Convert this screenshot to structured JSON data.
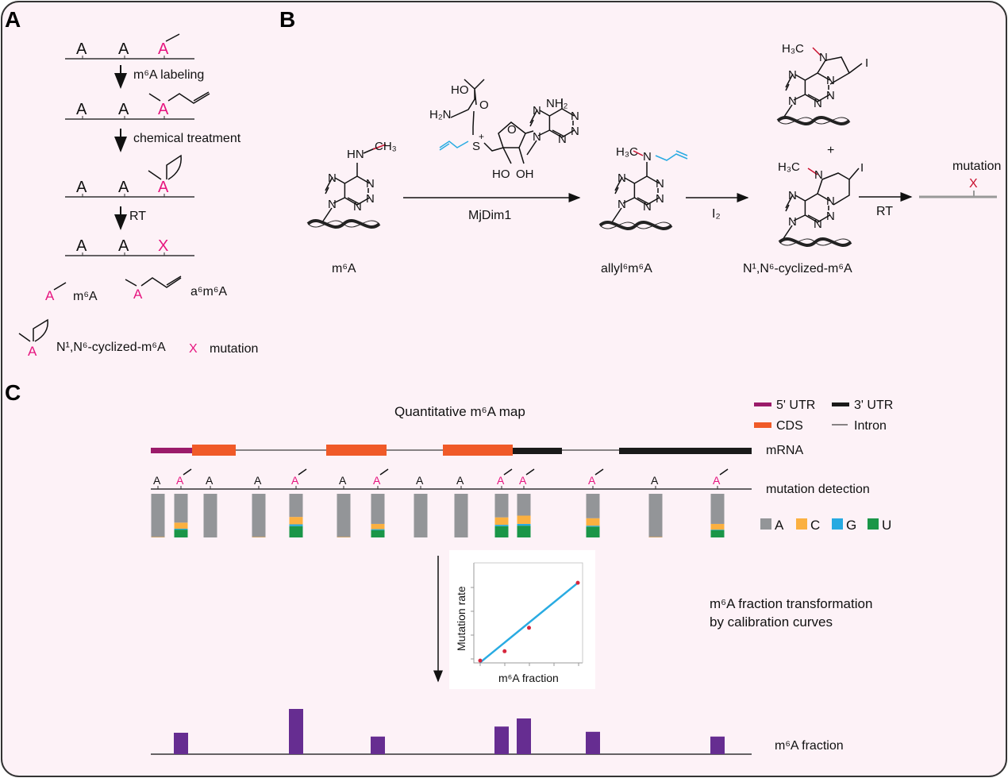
{
  "panels": {
    "a": "A",
    "b": "B",
    "c": "C"
  },
  "colors": {
    "background": "#fdf2f7",
    "pink": "#e6157f",
    "red": "#c8102e",
    "cyan": "#29abe2",
    "utr5": "#9b1b6a",
    "cds": "#f05a28",
    "utr3": "#1a1a1a",
    "A": "#939598",
    "C": "#fbb040",
    "G": "#27aae1",
    "U": "#1a9648",
    "fraction_bar": "#662d91"
  },
  "panel_a": {
    "base": "A",
    "steps": [
      "m⁶A labeling",
      "chemical treatment",
      "RT"
    ],
    "mutation_mark": "X",
    "legend": {
      "m6a": "m⁶A",
      "a6m6a": "a⁶m⁶A",
      "cyclized": "N¹,N⁶-cyclized-m⁶A",
      "mutation": "mutation"
    }
  },
  "panel_b": {
    "substrate_label": "m⁶A",
    "enzyme_label": "MjDim1",
    "allyl_label": "allyl⁶m⁶A",
    "reagent_label": "I₂",
    "plus": "+",
    "cyclized_label": "N¹,N⁶-cyclized-m⁶A",
    "rt_label": "RT",
    "mutation_label": "mutation",
    "mutation_mark": "X",
    "atoms": {
      "N": "N",
      "HN": "HN",
      "CH3": "CH₃",
      "H3C": "H₃C",
      "I": "I",
      "HO": "HO",
      "O": "O",
      "H2N": "H₂N",
      "S": "S",
      "plus": "+",
      "NH2": "NH₂",
      "OH": "OH"
    }
  },
  "panel_c": {
    "title": "Quantitative m⁶A map",
    "gene_legend": {
      "utr5": "5' UTR",
      "utr3": "3' UTR",
      "cds": "CDS",
      "intron": "Intron"
    },
    "tracks": {
      "mrna": "mRNA",
      "mutation": "mutation detection",
      "fraction": "m⁶A fraction"
    },
    "nucleotides": [
      "A",
      "C",
      "G",
      "U"
    ],
    "sites": [
      {
        "base": "A",
        "methylated": false,
        "C": 0.01,
        "G": 0,
        "U": 0,
        "m6a_fraction": 0
      },
      {
        "base": "A",
        "methylated": true,
        "C": 0.14,
        "G": 0.02,
        "U": 0.18,
        "m6a_fraction": 0.45
      },
      {
        "base": "A",
        "methylated": false,
        "C": 0,
        "G": 0,
        "U": 0,
        "m6a_fraction": 0
      },
      {
        "base": "A",
        "methylated": false,
        "C": 0.01,
        "G": 0,
        "U": 0,
        "m6a_fraction": 0
      },
      {
        "base": "A",
        "methylated": true,
        "C": 0.17,
        "G": 0.04,
        "U": 0.26,
        "m6a_fraction": 0.95
      },
      {
        "base": "A",
        "methylated": false,
        "C": 0.01,
        "G": 0,
        "U": 0,
        "m6a_fraction": 0
      },
      {
        "base": "A",
        "methylated": true,
        "C": 0.12,
        "G": 0.02,
        "U": 0.17,
        "m6a_fraction": 0.37
      },
      {
        "base": "A",
        "methylated": false,
        "C": 0,
        "G": 0,
        "U": 0,
        "m6a_fraction": 0
      },
      {
        "base": "A",
        "methylated": false,
        "C": 0,
        "G": 0,
        "U": 0,
        "m6a_fraction": 0
      },
      {
        "base": "A",
        "methylated": true,
        "C": 0.17,
        "G": 0.03,
        "U": 0.26,
        "m6a_fraction": 0.58
      },
      {
        "base": "A",
        "methylated": true,
        "C": 0.19,
        "G": 0.04,
        "U": 0.27,
        "m6a_fraction": 0.75
      },
      {
        "base": "A",
        "methylated": true,
        "C": 0.17,
        "G": 0.02,
        "U": 0.25,
        "m6a_fraction": 0.47
      },
      {
        "base": "A",
        "methylated": false,
        "C": 0.01,
        "G": 0,
        "U": 0,
        "m6a_fraction": 0
      },
      {
        "base": "A",
        "methylated": true,
        "C": 0.13,
        "G": 0.01,
        "U": 0.17,
        "m6a_fraction": 0.37
      }
    ],
    "calibration": {
      "ylabel": "Mutation rate",
      "xlabel": "m⁶A fraction",
      "points": [
        [
          0,
          0.05
        ],
        [
          0.25,
          0.15
        ],
        [
          0.5,
          0.4
        ],
        [
          1,
          0.88
        ]
      ],
      "fit": [
        [
          0,
          0.03
        ],
        [
          1,
          0.88
        ]
      ]
    },
    "transform_text": [
      "m⁶A fraction transformation",
      "by calibration curves"
    ]
  }
}
